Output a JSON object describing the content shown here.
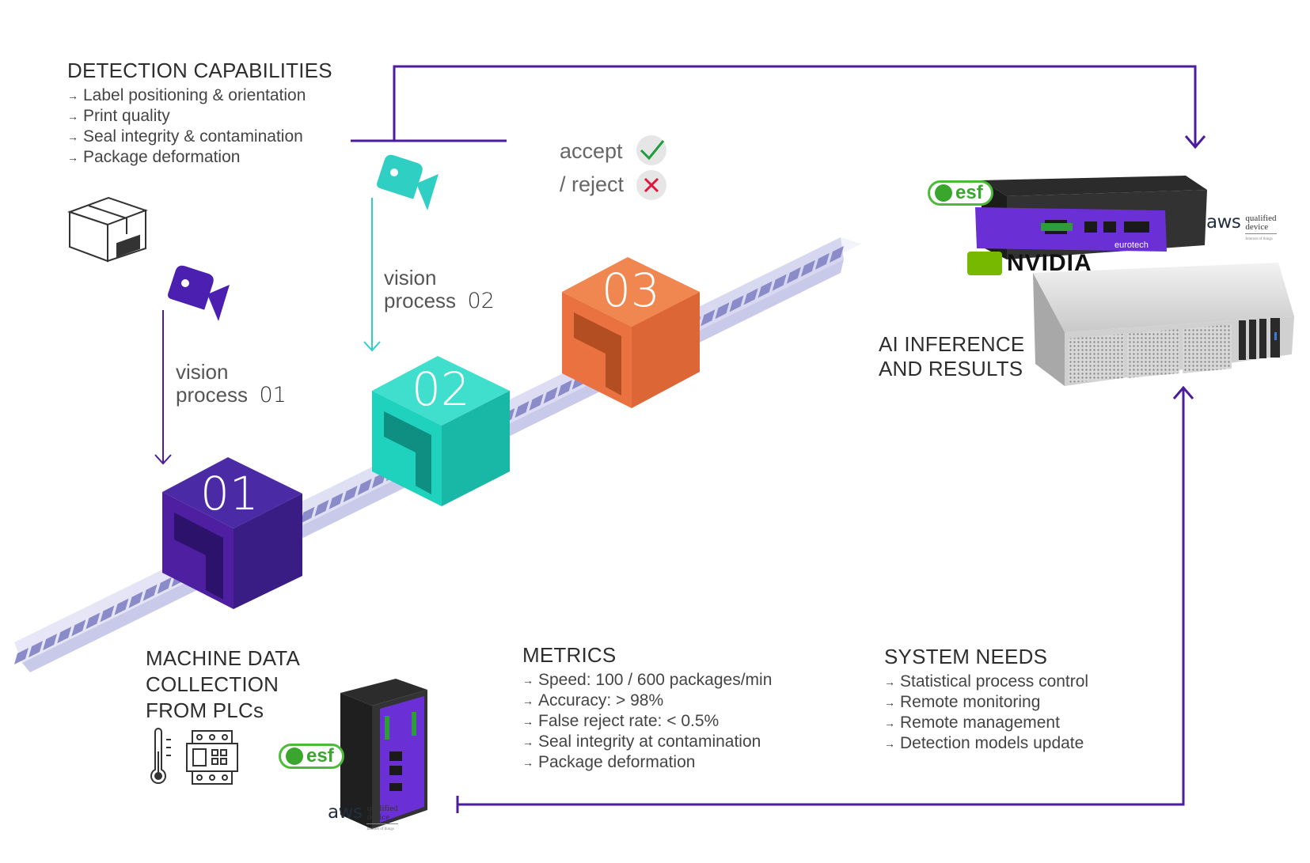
{
  "detection": {
    "title": "DETECTION CAPABILITIES",
    "items": [
      "Label positioning & orientation",
      "Print quality",
      "Seal integrity & contamination",
      "Package deformation"
    ]
  },
  "vision1": {
    "word1": "vision",
    "word2": "process",
    "num": "01"
  },
  "vision2": {
    "word1": "vision",
    "word2": "process",
    "num": "02"
  },
  "stations": {
    "s1": "01",
    "s2": "02",
    "s3": "03"
  },
  "decision": {
    "accept": "accept",
    "reject": "/ reject"
  },
  "ai": {
    "line1": "AI INFERENCE",
    "line2": "AND RESULTS"
  },
  "machine": {
    "line1": "MACHINE DATA",
    "line2": "COLLECTION",
    "line3": "FROM PLCs"
  },
  "metrics": {
    "title": "METRICS",
    "items": [
      "Speed: 100 / 600 packages/min",
      "Accuracy: > 98%",
      "False reject rate: < 0.5%",
      "Seal integrity at contamination",
      "Package deformation"
    ]
  },
  "system": {
    "title": "SYSTEM NEEDS",
    "items": [
      "Statistical process control",
      "Remote monitoring",
      "Remote management",
      "Detection models update"
    ]
  },
  "logos": {
    "esf": "esf",
    "nvidia": "NVIDIA",
    "eurotech": "eurotech",
    "aws": "aws",
    "aws_qualified": "qualified",
    "aws_device": "device",
    "aws_iot": "Internet of things"
  },
  "colors": {
    "flow_line": "#4b1c9e",
    "station1": "#3f1c94",
    "station2": "#1fd2be",
    "station3": "#ea7240",
    "camera1": "#4b1fb0",
    "camera2": "#2fcfc4",
    "accept": "#1e9e3a",
    "reject": "#e0153a"
  },
  "icons": [
    "package-box-icon",
    "camera-icon",
    "check-icon",
    "cross-icon",
    "thermometer-icon",
    "plc-module-icon"
  ]
}
